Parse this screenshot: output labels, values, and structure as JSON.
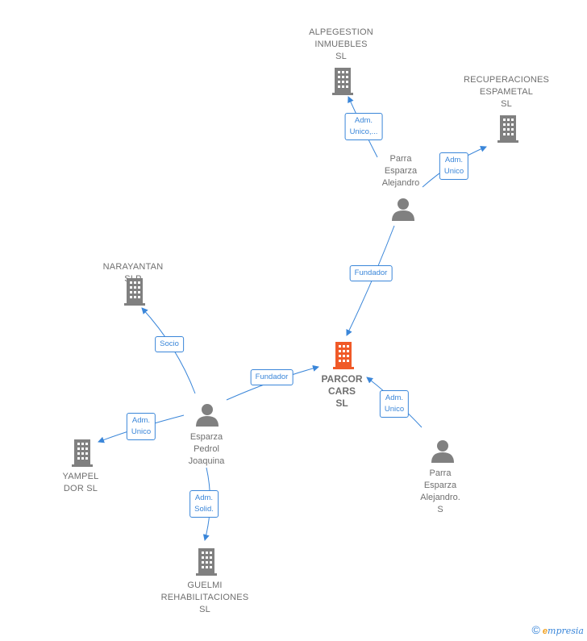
{
  "colors": {
    "edge": "#3a86d9",
    "icon_gray": "#808080",
    "icon_focus": "#f05a28"
  },
  "nodes": {
    "alpegestion": {
      "label": "ALPEGESTION\nINMUEBLES\nSL",
      "icon": "building-icon"
    },
    "recuperaciones": {
      "label": "RECUPERACIONES\nESPAMETAL\nSL",
      "icon": "building-icon"
    },
    "parra_alejandro": {
      "label": "Parra\nEsparza\nAlejandro",
      "icon": "person-icon"
    },
    "narayantan": {
      "label": "NARAYANTAN SLP",
      "icon": "building-icon"
    },
    "parcor": {
      "label": "PARCOR\nCARS SL",
      "icon": "building-icon"
    },
    "esparza_pedrol": {
      "label": "Esparza\nPedrol\nJoaquina",
      "icon": "person-icon"
    },
    "yampel": {
      "label": "YAMPEL\nDOR SL",
      "icon": "building-icon"
    },
    "parra_alejandro_s": {
      "label": "Parra\nEsparza\nAlejandro. S",
      "icon": "person-icon"
    },
    "guelmi": {
      "label": "GUELMI\nREHABILITACIONES SL",
      "icon": "building-icon"
    }
  },
  "edges": {
    "e_alpe": {
      "label": "Adm.\nUnico,..."
    },
    "e_recu": {
      "label": "Adm.\nUnico"
    },
    "e_fund1": {
      "label": "Fundador"
    },
    "e_socio": {
      "label": "Socio"
    },
    "e_fund2": {
      "label": "Fundador"
    },
    "e_adm_parcor": {
      "label": "Adm.\nUnico"
    },
    "e_yampel": {
      "label": "Adm.\nUnico"
    },
    "e_guelmi": {
      "label": "Adm.\nSolid."
    }
  },
  "footer": {
    "copyright": "©",
    "brand_initial": "e",
    "brand_rest": "mpresia"
  }
}
